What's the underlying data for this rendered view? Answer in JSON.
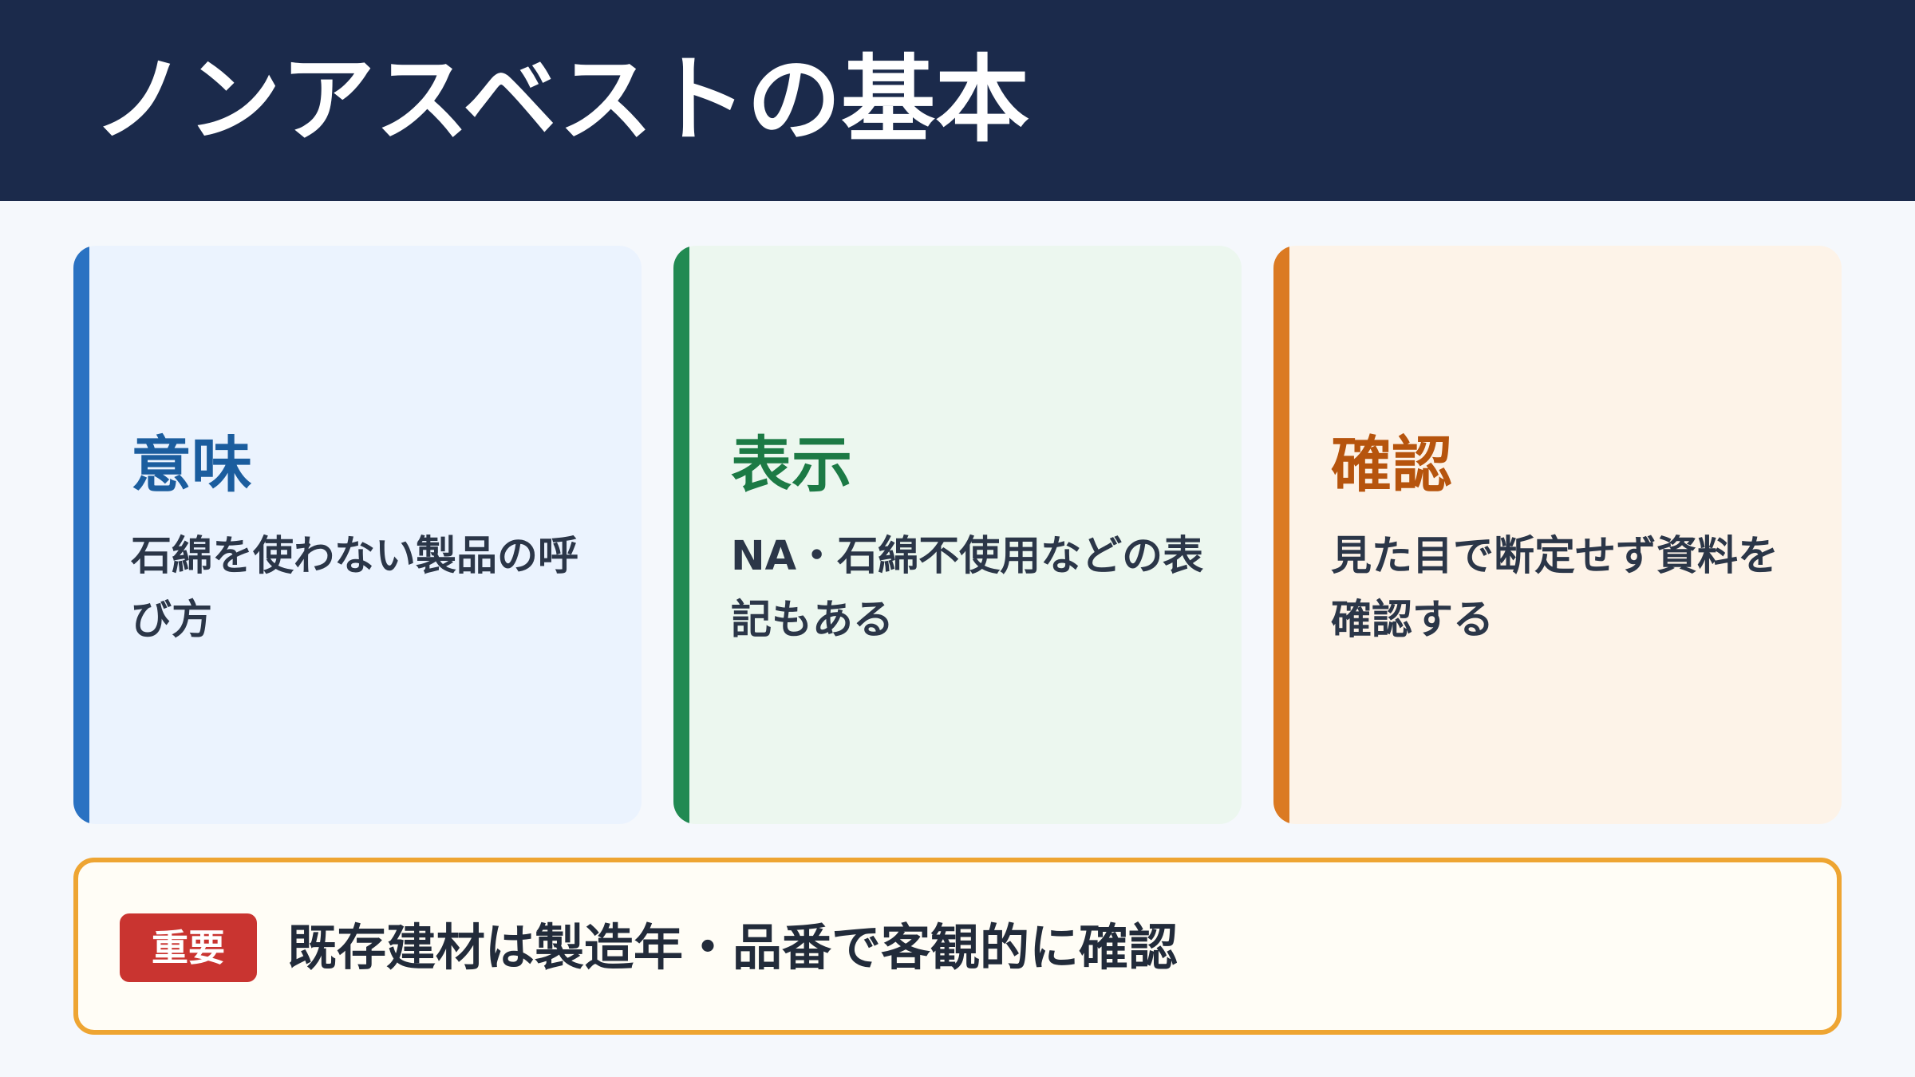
{
  "header": {
    "title": "ノンアスベストの基本"
  },
  "cards": [
    {
      "title": "意味",
      "body": "石綿を使わない製品の呼び方",
      "accent_color": "#2a72c2"
    },
    {
      "title": "表示",
      "body": "NA・石綿不使用などの表記もある",
      "accent_color": "#218a52"
    },
    {
      "title": "確認",
      "body": "見た目で断定せず資料を確認する",
      "accent_color": "#db7a22"
    }
  ],
  "note": {
    "badge": "重要",
    "text": "既存建材は製造年・品番で客観的に確認",
    "border_color": "#eea532",
    "badge_color": "#c93430"
  }
}
